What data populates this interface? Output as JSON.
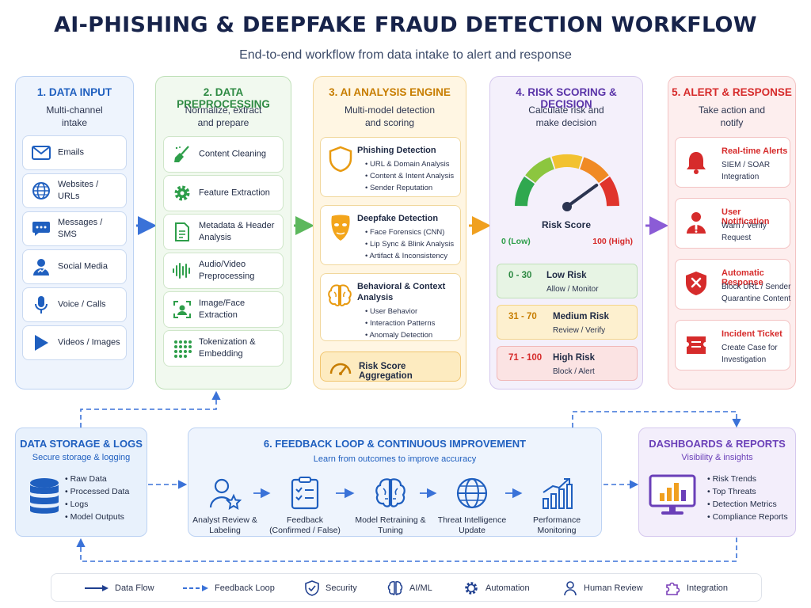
{
  "title": "AI-PHISHING & DEEPFAKE FRAUD DETECTION WORKFLOW",
  "subtitle": "End-to-end workflow from data intake to alert and response",
  "stages": {
    "input": {
      "title": "1. DATA INPUT",
      "subtitle": "Multi-channel intake",
      "items": [
        "Emails",
        "Websites / URLs",
        "Messages / SMS",
        "Social Media",
        "Voice / Calls",
        "Videos / Images"
      ]
    },
    "preprocessing": {
      "title": "2. DATA PREPROCESSING",
      "subtitle": "Normalize, extract and prepare",
      "items": [
        "Content Cleaning",
        "Feature Extraction",
        "Metadata & Header Analysis",
        "Audio/Video Preprocessing",
        "Image/Face Extraction",
        "Tokenization & Embedding"
      ]
    },
    "analysis": {
      "title": "3. AI ANALYSIS ENGINE",
      "subtitle": "Multi-model detection and scoring",
      "modules": [
        {
          "title": "Phishing Detection",
          "points": [
            "URL & Domain Analysis",
            "Content & Intent Analysis",
            "Sender Reputation"
          ]
        },
        {
          "title": "Deepfake Detection",
          "points": [
            "Face Forensics (CNN)",
            "Lip Sync & Blink Analysis",
            "Artifact & Inconsistency"
          ]
        },
        {
          "title": "Behavioral & Context Analysis",
          "points": [
            "User Behavior",
            "Interaction Patterns",
            "Anomaly Detection"
          ]
        }
      ],
      "aggregation": "Risk Score Aggregation"
    },
    "risk": {
      "title": "4. RISK SCORING & DECISION",
      "subtitle": "Calculate risk and make decision",
      "gauge_label": "Risk Score",
      "gauge_min": "0 (Low)",
      "gauge_max": "100 (High)",
      "gauge_value": 80,
      "levels": [
        {
          "range": "0 - 30",
          "level": "Low Risk",
          "action": "Allow / Monitor",
          "color": "#2e9e4a"
        },
        {
          "range": "31 - 70",
          "level": "Medium Risk",
          "action": "Review / Verify",
          "color": "#d98a00"
        },
        {
          "range": "71 - 100",
          "level": "High Risk",
          "action": "Block / Alert",
          "color": "#d62b2b"
        }
      ]
    },
    "alert": {
      "title": "5. ALERT & RESPONSE",
      "subtitle": "Take action and notify",
      "items": [
        {
          "title": "Real-time Alerts",
          "desc": "SIEM / SOAR Integration"
        },
        {
          "title": "User Notification",
          "desc": "Warn / Verify Request"
        },
        {
          "title": "Automatic Response",
          "desc": "Block URL / Sender Quarantine Content"
        },
        {
          "title": "Incident Ticket",
          "desc": "Create Case for Investigation"
        }
      ]
    }
  },
  "storage": {
    "title": "DATA STORAGE & LOGS",
    "subtitle": "Secure storage & logging",
    "items": [
      "Raw Data",
      "Processed Data",
      "Logs",
      "Model Outputs"
    ]
  },
  "feedback": {
    "title": "6. FEEDBACK LOOP & CONTINUOUS IMPROVEMENT",
    "subtitle": "Learn from outcomes to improve accuracy",
    "steps": [
      "Analyst Review & Labeling",
      "Feedback (Confirmed / False)",
      "Model Retraining & Tuning",
      "Threat Intelligence Update",
      "Performance Monitoring"
    ]
  },
  "dashboards": {
    "title": "DASHBOARDS & REPORTS",
    "subtitle": "Visibility & insights",
    "items": [
      "Risk Trends",
      "Top Threats",
      "Detection Metrics",
      "Compliance Reports"
    ]
  },
  "legend": [
    "Data Flow",
    "Feedback Loop",
    "Security",
    "AI/ML",
    "Automation",
    "Human Review",
    "Integration"
  ],
  "colors": {
    "input": "#2f6fd6",
    "preprocessing": "#2e9e4a",
    "analysis": "#d98a00",
    "risk": "#6a3fb8",
    "alert": "#d62b2b",
    "storage": "#1f5fbf",
    "dashboards": "#7a3fb8"
  }
}
